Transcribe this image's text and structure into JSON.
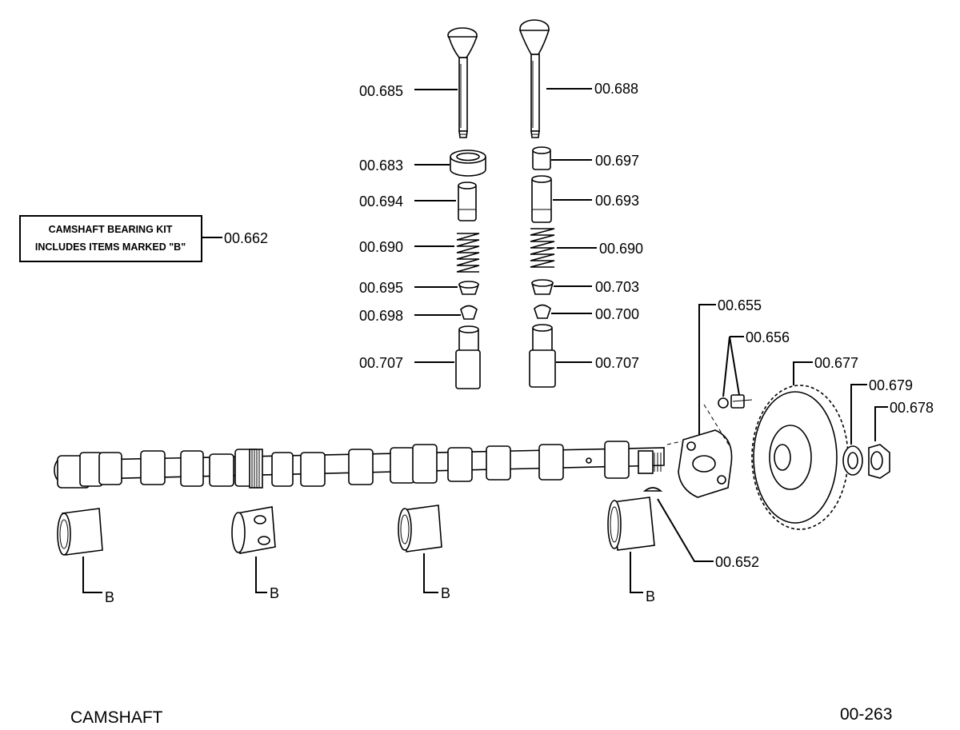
{
  "labels": {
    "p685": "00.685",
    "p688": "00.688",
    "p683": "00.683",
    "p697": "00.697",
    "p694": "00.694",
    "p693": "00.693",
    "p690_left": "00.690",
    "p690_right": "00.690",
    "p695": "00.695",
    "p703": "00.703",
    "p698": "00.698",
    "p700": "00.700",
    "p707_left": "00.707",
    "p707_right": "00.707",
    "p662": "00.662",
    "p655": "00.655",
    "p656": "00.656",
    "p677": "00.677",
    "p679": "00.679",
    "p678": "00.678",
    "p652": "00.652",
    "b1": "B",
    "b2": "B",
    "b3": "B",
    "b4": "B"
  },
  "kit_box": {
    "line1": "CAMSHAFT BEARING KIT",
    "line2": "INCLUDES ITEMS MARKED \"B\""
  },
  "footer": {
    "title": "CAMSHAFT",
    "page_code": "00-263"
  }
}
